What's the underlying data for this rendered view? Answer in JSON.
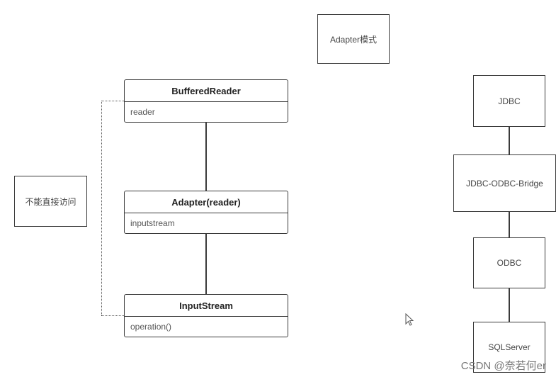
{
  "title_box": "Adapter模式",
  "class_boxes": [
    {
      "name": "BufferedReader",
      "field": "reader"
    },
    {
      "name": "Adapter(reader)",
      "field": "inputstream"
    },
    {
      "name": "InputStream",
      "field": "operation()"
    }
  ],
  "note_box": "不能直接访问",
  "chain": [
    "JDBC",
    "JDBC-ODBC-Bridge",
    "ODBC",
    "SQLServer"
  ],
  "watermark": "CSDN @奈若何er"
}
